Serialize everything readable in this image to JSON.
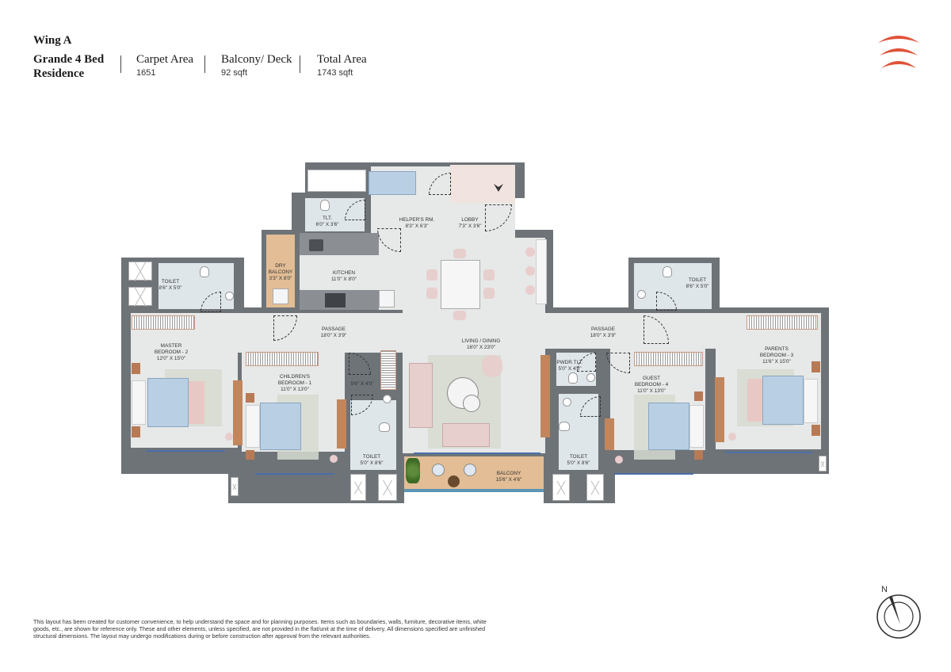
{
  "header": {
    "wing": "Wing A",
    "unit_type_line1": "Grande 4 Bed",
    "unit_type_line2": "Residence",
    "carpet_area_label": "Carpet Area",
    "carpet_area_value": "1651",
    "balcony_label": "Balcony/ Deck",
    "balcony_value": "92 sqft",
    "total_area_label": "Total Area",
    "total_area_value": "1743 sqft"
  },
  "logo": {
    "icon": "triple-arc-logo-icon",
    "color": "#e0533a"
  },
  "compass": {
    "label": "N",
    "icon": "north-compass-icon"
  },
  "rooms": {
    "helper_tlt": {
      "name": "TLT.",
      "size": "6'0\" X 3'6\""
    },
    "helper_room": {
      "name": "HELPER'S RM.",
      "size": "8'3\" X 6'3\""
    },
    "lobby": {
      "name": "LOBBY",
      "size": "7'3\" X 3'6\""
    },
    "dry_balcony": {
      "name": "DRY BALCONY",
      "name_l1": "DRY",
      "name_l2": "BALCONY",
      "size": "3'3\" X 8'0\""
    },
    "kitchen": {
      "name": "KITCHEN",
      "size": "11'0\" X 8'0\""
    },
    "toilet_master": {
      "name": "TOILET",
      "size": "8'6\" X 5'0\""
    },
    "toilet_parents": {
      "name": "TOILET",
      "size": "8'6\" X 5'0\""
    },
    "passage_left": {
      "name": "PASSAGE",
      "size": "18'0\" X 3'9\""
    },
    "passage_right": {
      "name": "PASSAGE",
      "size": "18'0\" X 3'9\""
    },
    "master_bedroom": {
      "name_l1": "MASTER",
      "name_l2": "BEDROOM - 2",
      "size": "12'0\" X 15'0\""
    },
    "childrens_bedroom": {
      "name_l1": "CHILDREN'S",
      "name_l2": "BEDROOM - 1",
      "size": "11'0\" X 13'0\""
    },
    "wardrobe_niche": {
      "size": "5'6\" X 4'0\""
    },
    "toilet_children": {
      "name": "TOILET",
      "size": "5'0\" X 8'6\""
    },
    "living_dining": {
      "name": "LIVING / DINING",
      "size": "16'0\" X 23'0\""
    },
    "balcony": {
      "name": "BALCONY",
      "size": "15'6\" X 4'6\""
    },
    "powder_toilet": {
      "name": "PWDR.TLT.",
      "size": "5'0\" X 4'0\""
    },
    "toilet_guest": {
      "name": "TOILET",
      "size": "5'0\" X 8'6\""
    },
    "guest_bedroom": {
      "name_l1": "GUEST",
      "name_l2": "BEDROOM - 4",
      "size": "11'0\" X 13'0\""
    },
    "parents_bedroom": {
      "name_l1": "PARENTS",
      "name_l2": "BEDROOM - 3",
      "size": "11'6\" X 15'0\""
    }
  },
  "disclaimer": "This layout has been created for customer convenience, to help understand the space and for planning purposes. Items such as boundaries, walls, furniture, decorative items, white goods, etc., are shown for reference only. These and other elements, unless specified, are not provided in the flat/unit at the time of delivery. All dimensions specified are unfinished structural dimensions. The layout may undergo modifications during or before construction after approval from the relevant authorities.",
  "colors": {
    "wall": "#6e7378",
    "floor": "#e7e8e8",
    "accent_logo": "#e0533a",
    "balcony_wood": "#e2bd95",
    "bed_blue": "#b9cfe4"
  }
}
